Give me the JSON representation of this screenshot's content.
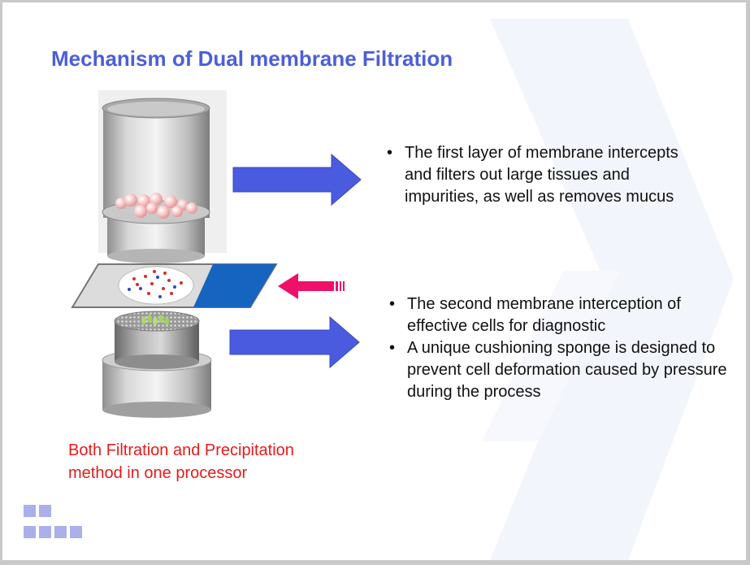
{
  "slide": {
    "title": "Mechanism of Dual membrane Filtration",
    "first_layer": {
      "bullets": [
        "The first layer of membrane intercepts and filters out large tissues and impurities, as well as removes mucus"
      ]
    },
    "second_layer": {
      "bullets": [
        "The second membrane interception of effective cells for diagnostic",
        "A unique cushioning sponge is designed to prevent cell deformation caused by pressure during the process"
      ]
    },
    "caption": {
      "line1": "Both Filtration and Precipitation",
      "line2": "method in one processor"
    }
  },
  "colors": {
    "title": "#4c5fd8",
    "arrow_blue": "#4a5be0",
    "arrow_pink": "#f0106a",
    "caption_red": "#e51b1b",
    "membrane_blue": "#1565c0",
    "decor_squares": "#a9b0ea"
  },
  "icons": [
    "right-arrow-icon",
    "left-arrow-icon",
    "filter-cylinder-icon",
    "membrane-slide-icon",
    "sponge-base-icon"
  ]
}
